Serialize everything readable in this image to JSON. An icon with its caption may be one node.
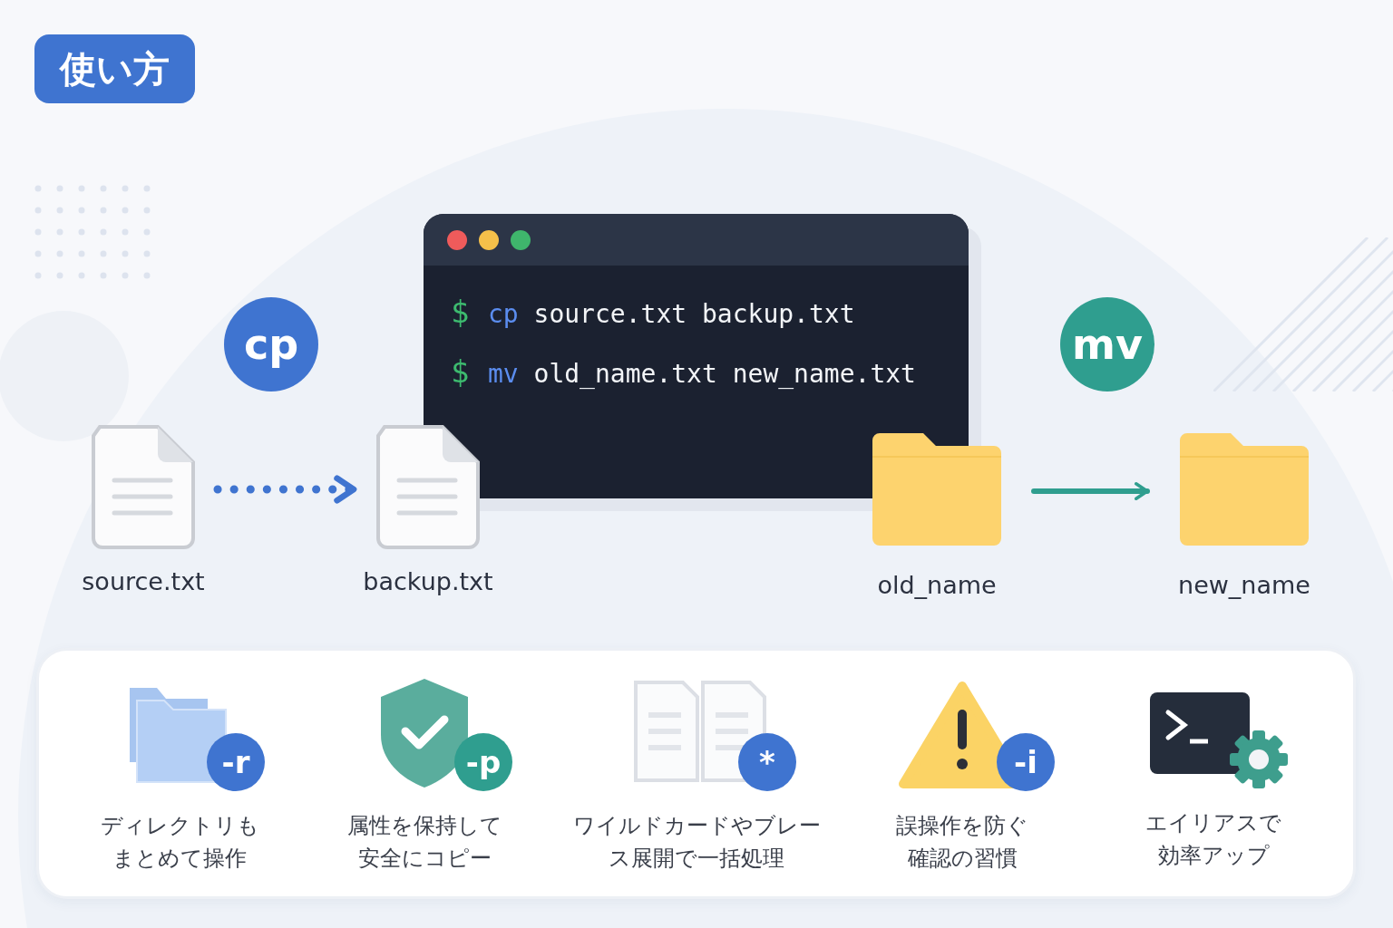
{
  "diagram": {
    "title": "使い方",
    "nodes": [
      {
        "text": [
          "cp"
        ]
      },
      {
        "text": [
          "$ cp source.txt backup.txt",
          "$ mv old_name.txt new_name.txt"
        ]
      },
      {
        "text": [
          "mv"
        ]
      },
      {
        "text": [
          "source.txt"
        ]
      },
      {
        "text": [
          "backup.txt"
        ]
      },
      {
        "text": [
          "old_name"
        ]
      },
      {
        "text": [
          "new_name"
        ]
      },
      {
        "text": [],
        "shape": "box"
      },
      {
        "text": [
          "-r"
        ],
        "in": 7,
        "beside": [
          "ディレクトリもまとめて操作"
        ]
      },
      {
        "text": [
          "-p"
        ],
        "in": 7,
        "beside": [
          "属性を保持して安全にコピー"
        ]
      },
      {
        "text": [
          "*"
        ],
        "in": 7,
        "beside": [
          "ワイルドカードやブレース展開で一括処理"
        ]
      },
      {
        "text": [
          "-i"
        ],
        "in": 7,
        "beside": [
          "誤操作を防ぐ確認の習慣"
        ]
      }
    ],
    "edges": [
      {
        "from": 3,
        "to": 4,
        "arrow": "to",
        "style": "dashed",
        "color": "#3f74d0"
      },
      {
        "from": 5,
        "to": 6,
        "arrow": "to",
        "color": "#2f9e8f"
      }
    ],
    "labels": [
      "エイリアスで効率アップ"
    ]
  }
}
